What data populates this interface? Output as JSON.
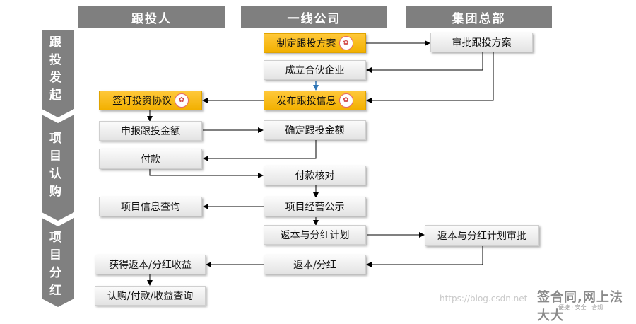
{
  "headers": {
    "col1": "跟投人",
    "col2": "一线公司",
    "col3": "集团总部"
  },
  "phases": [
    {
      "label": "跟投发起",
      "chars": [
        "跟",
        "投",
        "发",
        "起"
      ]
    },
    {
      "label": "项目认购",
      "chars": [
        "项",
        "目",
        "认",
        "购"
      ]
    },
    {
      "label": "项目分红",
      "chars": [
        "项",
        "目",
        "分",
        "红"
      ]
    }
  ],
  "nodes": {
    "make_plan": "制定跟投方案",
    "approve_plan": "审批跟投方案",
    "establish_partnership": "成立合伙企业",
    "publish_info": "发布跟投信息",
    "sign_agreement": "签订投资协议",
    "declare_amount": "申报跟投金额",
    "confirm_amount": "确定跟投金额",
    "payment": "付款",
    "payment_check": "付款核对",
    "project_query": "项目信息查询",
    "project_disclosure": "项目经营公示",
    "return_plan": "返本与分红计划",
    "return_plan_approval": "返本与分红计划审批",
    "return_dividend": "返本/分红",
    "get_income": "获得返本/分红收益",
    "query_all": "认购/付款/收益查询"
  },
  "colors": {
    "header": "#7f7f7f",
    "highlight": "#f5b400",
    "box": "#ececec",
    "chevron": "#808080",
    "arrow_black": "#000000",
    "arrow_blue": "#2e75b6"
  },
  "watermark": "https://blog.csdn.net",
  "logo": {
    "text": "签合同,网上法大大",
    "sub": "便捷 · 安全 · 合规"
  }
}
